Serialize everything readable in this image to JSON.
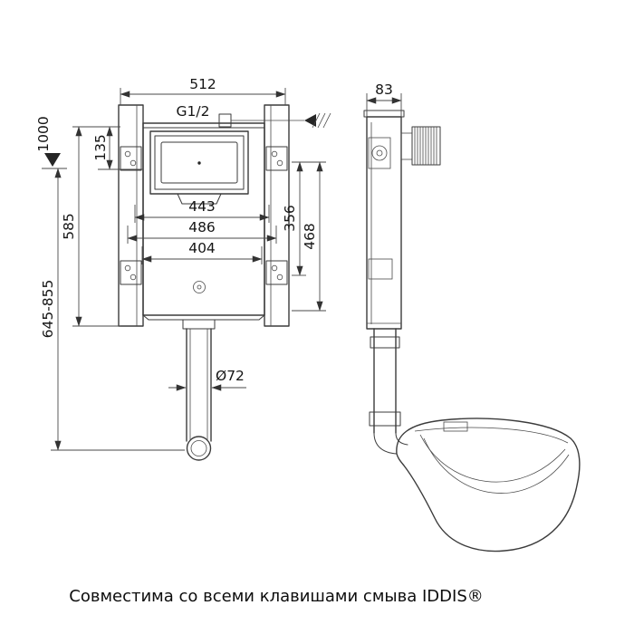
{
  "footer": {
    "text": "Совместима со всеми клавишами смыва IDDIS®"
  },
  "front_view": {
    "overall_width": "512",
    "inlet_thread": "G1/2",
    "reference_height": "1000",
    "top_offset": "135",
    "frame_height": "585",
    "install_height_range": "645-855",
    "width_inner": "443",
    "width_outer": "486",
    "width_panel": "404",
    "height_right_inner": "356",
    "height_right_outer": "468",
    "drain_diameter": "Ø72"
  },
  "side_view": {
    "depth": "83"
  }
}
